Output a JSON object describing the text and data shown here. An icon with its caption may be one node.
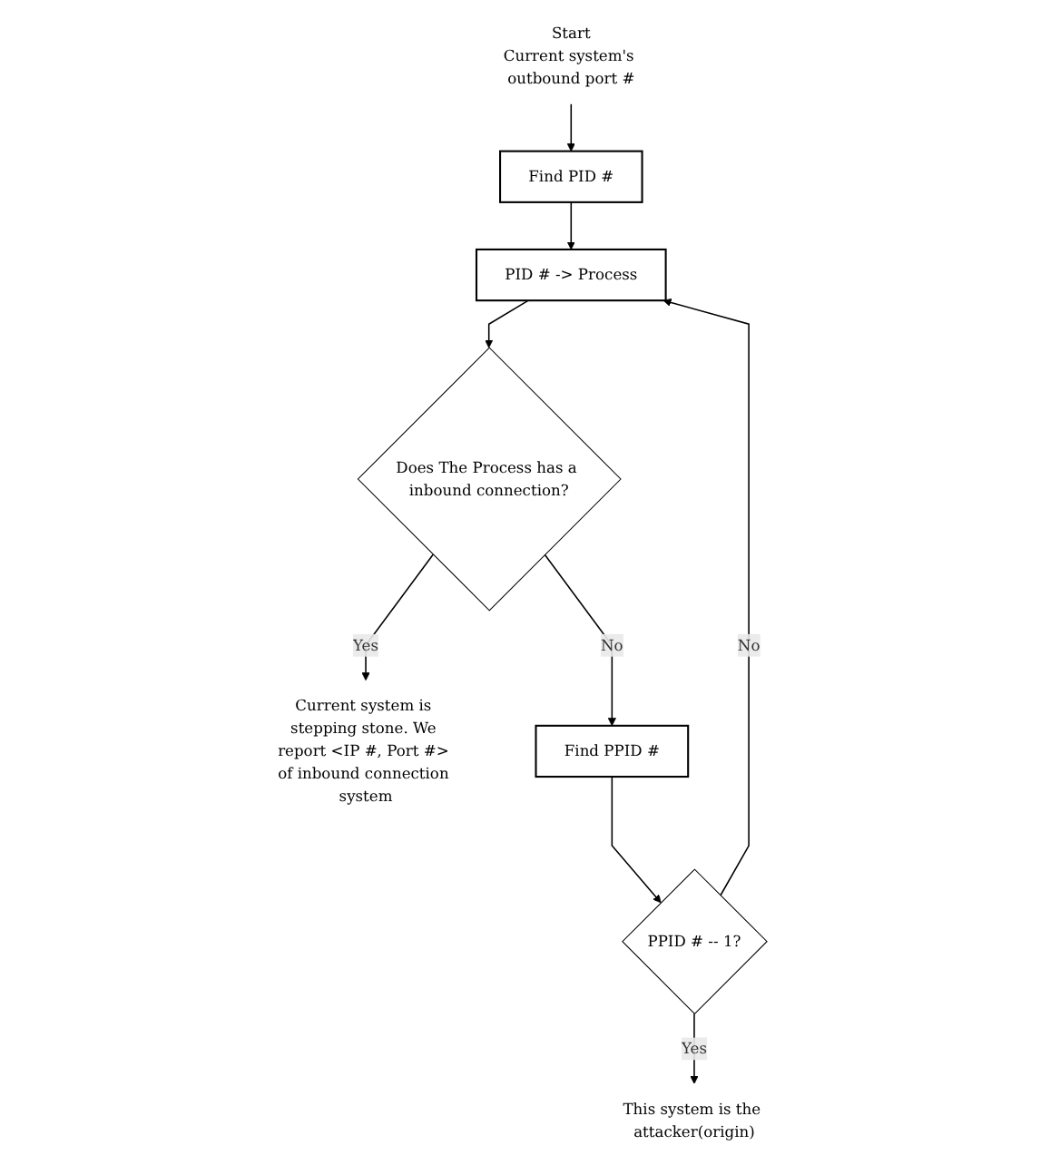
{
  "diagram": {
    "nodes": [
      {
        "text": [
          "Start",
          "Current system's outbound port #"
        ]
      },
      {
        "text": [
          "Find PID #"
        ]
      },
      {
        "text": [
          "PID # -> Process"
        ]
      },
      {
        "text": [
          "Does The Process has a inbound connection?"
        ]
      },
      {
        "text": [
          "Current system is stepping stone. We report <IP #, Port #> of inbound connection system"
        ]
      },
      {
        "text": [
          "Find PPID #"
        ]
      },
      {
        "text": [
          "PPID # -- 1?"
        ]
      },
      {
        "text": [
          "This system is the attacker(origin)"
        ]
      }
    ],
    "edges": [
      {
        "from": 0,
        "to": 1,
        "arrow": "to"
      },
      {
        "from": 1,
        "to": 2,
        "arrow": "to"
      },
      {
        "from": 2,
        "to": 3,
        "arrow": "to"
      },
      {
        "from": 3,
        "to": 4,
        "label": "Yes",
        "arrow": "to"
      },
      {
        "from": 3,
        "to": 5,
        "label": "No",
        "arrow": "to"
      },
      {
        "from": 5,
        "to": 6,
        "arrow": "to"
      },
      {
        "from": 6,
        "to": 2,
        "label": "No",
        "arrow": "to"
      },
      {
        "from": 6,
        "to": 7,
        "label": "Yes",
        "arrow": "to"
      }
    ]
  }
}
